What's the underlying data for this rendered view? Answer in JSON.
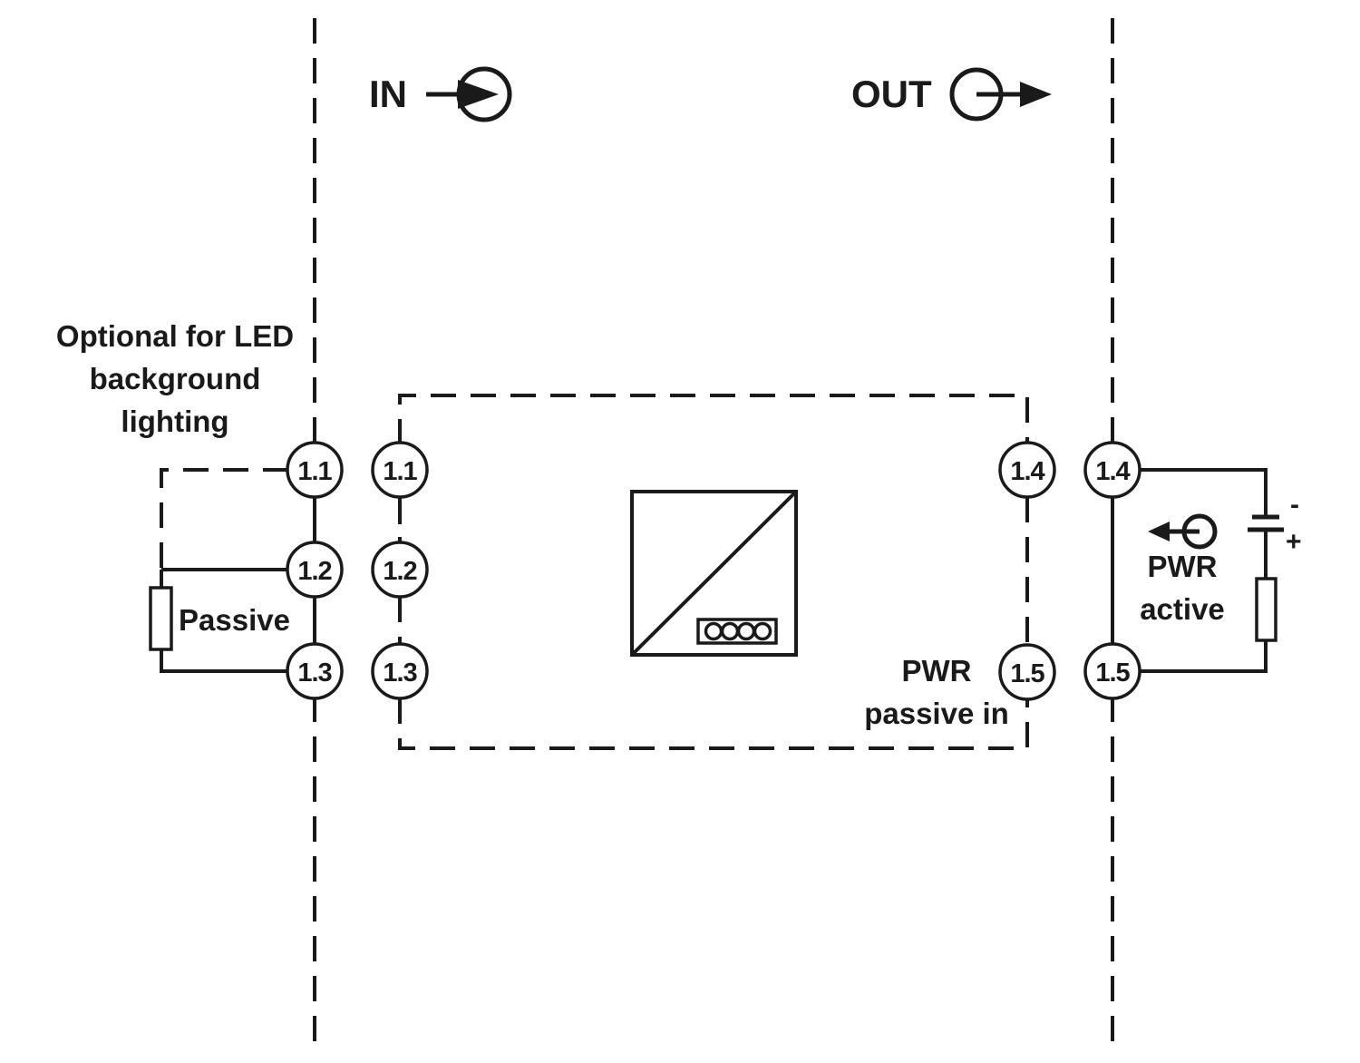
{
  "header": {
    "in_label": "IN",
    "out_label": "OUT"
  },
  "left": {
    "note_line1": "Optional for LED",
    "note_line2": "background",
    "note_line3": "lighting",
    "passive_label": "Passive"
  },
  "terminals": {
    "outer_left": [
      "1.1",
      "1.2",
      "1.3"
    ],
    "inner_left": [
      "1.1",
      "1.2",
      "1.3"
    ],
    "inner_right": [
      "1.4",
      "1.5"
    ],
    "outer_right": [
      "1.4",
      "1.5"
    ]
  },
  "module": {
    "pwr_passive_line1": "PWR",
    "pwr_passive_line2": "passive in"
  },
  "right": {
    "minus": "-",
    "plus": "+",
    "pwr_active_line1": "PWR",
    "pwr_active_line2": "active"
  }
}
